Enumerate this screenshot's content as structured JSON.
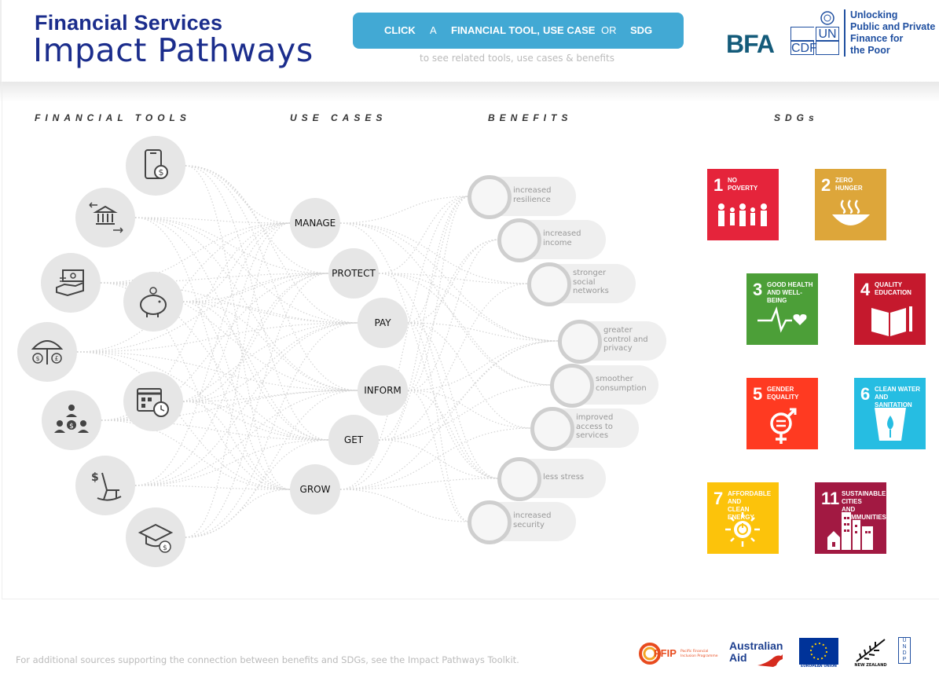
{
  "header": {
    "title_line1": "Financial Services",
    "title_line2": "Impact Pathways",
    "pill": {
      "click": "CLICK",
      "a": "A",
      "financial_tool": "FINANCIAL TOOL,",
      "use_case": "USE CASE",
      "or": "OR",
      "sdg": "SDG"
    },
    "hint": "to see related tools, use cases & benefits",
    "bfa_logo": "BFA",
    "uncdf_cells": [
      "UN",
      "CDF"
    ],
    "unlocking": [
      "Unlocking",
      "Public and Private",
      "Finance for",
      "the Poor"
    ]
  },
  "columns": {
    "tools": "FINANCIAL TOOLS",
    "use_cases": "USE CASES",
    "benefits": "BENEFITS",
    "sdgs": "SDGs"
  },
  "tools": [
    {
      "icon": "mobile-money-icon"
    },
    {
      "icon": "bank-transfer-icon"
    },
    {
      "icon": "cash-payment-icon"
    },
    {
      "icon": "piggy-bank-icon"
    },
    {
      "icon": "insurance-umbrella-icon"
    },
    {
      "icon": "calendar-clock-icon"
    },
    {
      "icon": "group-savings-icon"
    },
    {
      "icon": "pension-rocking-chair-icon"
    },
    {
      "icon": "education-cap-icon"
    }
  ],
  "use_cases": [
    "MANAGE",
    "PROTECT",
    "PAY",
    "INFORM",
    "GET",
    "GROW"
  ],
  "benefits": [
    [
      "increased",
      "resilience"
    ],
    [
      "increased",
      "income"
    ],
    [
      "stronger",
      "social",
      "networks"
    ],
    [
      "greater",
      "control and",
      "privacy"
    ],
    [
      "smoother",
      "consumption"
    ],
    [
      "improved",
      "access to",
      "services"
    ],
    [
      "less stress"
    ],
    [
      "increased",
      "security"
    ]
  ],
  "sdgs": [
    {
      "num": "1",
      "lines": [
        "NO",
        "POVERTY"
      ],
      "color": "#e5243b",
      "icon": "family-icon"
    },
    {
      "num": "2",
      "lines": [
        "ZERO",
        "HUNGER"
      ],
      "color": "#dda63a",
      "icon": "bowl-icon"
    },
    {
      "num": "3",
      "lines": [
        "GOOD HEALTH",
        "AND WELL-BEING"
      ],
      "color": "#4c9f38",
      "icon": "heartbeat-icon"
    },
    {
      "num": "4",
      "lines": [
        "QUALITY",
        "EDUCATION"
      ],
      "color": "#c5192d",
      "icon": "book-icon"
    },
    {
      "num": "5",
      "lines": [
        "GENDER",
        "EQUALITY"
      ],
      "color": "#ff3a21",
      "icon": "gender-icon"
    },
    {
      "num": "6",
      "lines": [
        "CLEAN WATER",
        "AND SANITATION"
      ],
      "color": "#26bde2",
      "icon": "water-drop-icon"
    },
    {
      "num": "7",
      "lines": [
        "AFFORDABLE AND",
        "CLEAN ENERGY"
      ],
      "color": "#fcc30b",
      "icon": "sun-power-icon"
    },
    {
      "num": "11",
      "lines": [
        "SUSTAINABLE CITIES",
        "AND COMMUNITIES"
      ],
      "color": "#a21942",
      "icon": "city-icon"
    }
  ],
  "footer": {
    "note": "For additional sources supporting the connection between benefits and SDGs, see the Impact Pathways Toolkit.",
    "logos": {
      "pfip": "PFIP",
      "pfip_sub": [
        "Pacific Financial",
        "Inclusion Programme"
      ],
      "aus": [
        "Australian",
        "Aid"
      ],
      "eu": "EUROPEAN UNION",
      "nz": "NEW ZEALAND",
      "undp": [
        "U",
        "N",
        "D",
        "P"
      ]
    }
  },
  "colors": {
    "title": "#1b2d8c",
    "pill": "#42a9d4",
    "circle": "#e6e6e6"
  }
}
